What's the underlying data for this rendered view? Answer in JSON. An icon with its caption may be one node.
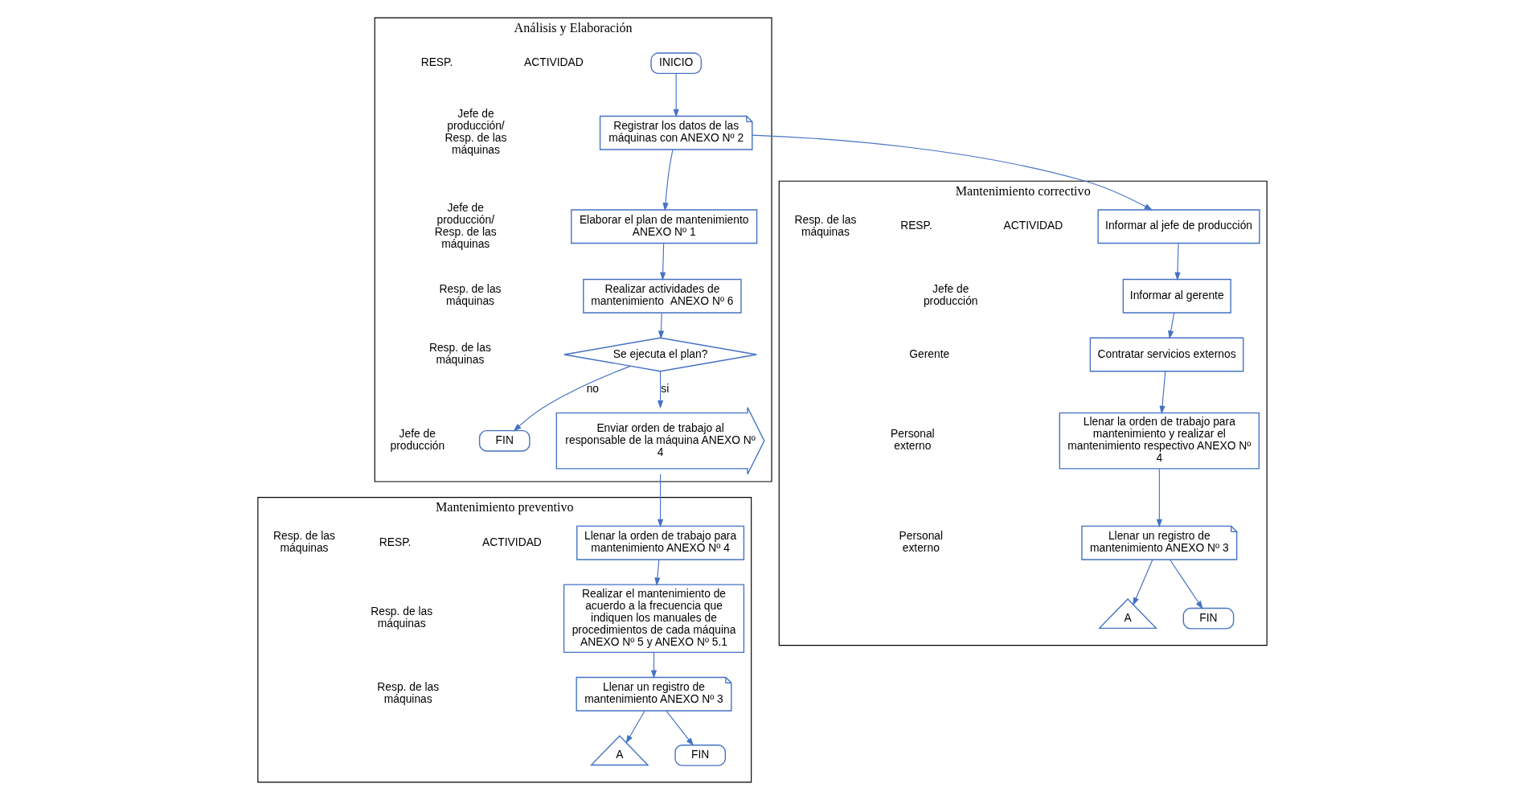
{
  "diagram": {
    "nodes": [
      {
        "text": [
          "Análisis y Elaboración"
        ]
      },
      {
        "text": [
          "INICIO"
        ],
        "in": 0
      },
      {
        "text": [
          "Registrar los datos de las máquinas con ANEXO Nº 2"
        ],
        "in": 0
      },
      {
        "text": [
          "Elaborar el plan de mantenimiento  ANEXO Nº 1"
        ],
        "in": 0
      },
      {
        "text": [
          "Realizar actividades de mantenimiento  ANEXO Nº 6"
        ],
        "in": 0
      },
      {
        "text": [
          "Se ejecuta el plan?"
        ],
        "in": 0
      },
      {
        "text": [
          "FIN"
        ],
        "in": 0
      },
      {
        "text": [
          "Enviar orden de trabajo al responsable de la máquina ANEXO Nº 4"
        ],
        "in": 0
      },
      {
        "text": [
          "Mantenimiento preventivo"
        ]
      },
      {
        "text": [
          "Llenar la orden de trabajo para mantenimiento ANEXO Nº 4"
        ],
        "in": 8
      },
      {
        "text": [
          "Realizar el mantenimiento de acuerdo a la frecuencia que indiquen los manuales de procedimientos de cada máquina ANEXO Nº 5 y ANEXO Nº 5.1"
        ],
        "in": 8
      },
      {
        "text": [
          "Llenar un registro de mantenimiento ANEXO Nº 3"
        ],
        "in": 8
      },
      {
        "text": [
          "A"
        ],
        "in": 8
      },
      {
        "text": [
          "FIN"
        ],
        "in": 8
      },
      {
        "text": [
          "Mantenimiento correctivo"
        ]
      },
      {
        "text": [
          "Informar al jefe de producción"
        ],
        "in": 14
      },
      {
        "text": [
          "Informar al gerente"
        ],
        "in": 14
      },
      {
        "text": [
          "Contratar servicios externos"
        ],
        "in": 14
      },
      {
        "text": [
          "Llenar la orden de trabajo para mantenimiento y realizar el mantenimiento respectivo ANEXO Nº 4"
        ],
        "in": 14
      },
      {
        "text": [
          "Llenar un registro de mantenimiento ANEXO Nº 3"
        ],
        "in": 14
      },
      {
        "text": [
          "A"
        ],
        "in": 14
      },
      {
        "text": [
          "FIN"
        ],
        "in": 14
      }
    ],
    "edges": [
      {
        "from": 1,
        "to": 2,
        "arrow": "to"
      },
      {
        "from": 2,
        "to": 3,
        "arrow": "to"
      },
      {
        "from": 3,
        "to": 4,
        "arrow": "to"
      },
      {
        "from": 4,
        "to": 5,
        "arrow": "to"
      },
      {
        "from": 5,
        "to": 6,
        "arrow": "to",
        "label": "no"
      },
      {
        "from": 5,
        "to": 7,
        "arrow": "to",
        "label": "si"
      },
      {
        "from": 7,
        "to": 9,
        "arrow": "to"
      },
      {
        "from": 2,
        "to": 15,
        "arrow": "to"
      },
      {
        "from": 9,
        "to": 10,
        "arrow": "to"
      },
      {
        "from": 10,
        "to": 11,
        "arrow": "to"
      },
      {
        "from": 11,
        "to": 12,
        "arrow": "to"
      },
      {
        "from": 11,
        "to": 13,
        "arrow": "to"
      },
      {
        "from": 15,
        "to": 16,
        "arrow": "to"
      },
      {
        "from": 16,
        "to": 17,
        "arrow": "to"
      },
      {
        "from": 17,
        "to": 18,
        "arrow": "to"
      },
      {
        "from": 18,
        "to": 19,
        "arrow": "to"
      },
      {
        "from": 19,
        "to": 20,
        "arrow": "to"
      },
      {
        "from": 19,
        "to": 21,
        "arrow": "to"
      }
    ],
    "labels": [
      "RESP.",
      "ACTIVIDAD",
      "RESP.",
      "ACTIVIDAD",
      "RESP.",
      "ACTIVIDAD",
      "Jefe de producción/ Resp. de las máquinas",
      "Resp. de las máquinas",
      "Resp. de las máquinas",
      "Jefe de producción/ Resp. de las máquinas",
      "Resp. de las máquinas",
      "Jefe de producción",
      "Resp. de las máquinas",
      "Resp. de las máquinas",
      "Gerente",
      "Resp. de las máquinas",
      "Personal externo",
      "Jefe de producción",
      "Personal externo"
    ]
  }
}
